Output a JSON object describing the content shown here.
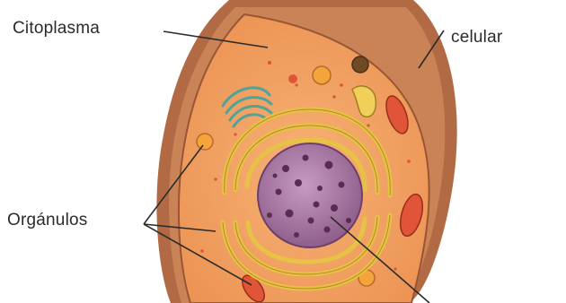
{
  "labels": {
    "cytoplasm": "Citoplasma",
    "cell_partial": "celular",
    "organelles": "Orgánulos"
  },
  "colors": {
    "background": "#ffffff",
    "membrane": "#a85d3a",
    "cytoplasm": "#f0a265",
    "nucleus": "#a0729c",
    "reticulum": "#e6c246",
    "golgi": "#4fa39a",
    "mitochondria": "#e05438",
    "leader_lines": "#2b2b2b"
  }
}
